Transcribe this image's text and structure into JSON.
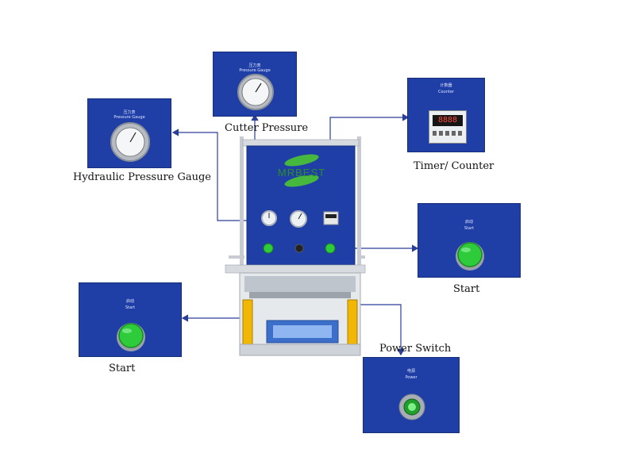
{
  "captions": {
    "cutter_pressure": "Cutter Pressure",
    "hydraulic_gauge": "Hydraulic Pressure Gauge",
    "timer_counter": "Timer/ Counter",
    "start_right": "Start",
    "start_left": "Start",
    "power_switch": "Power Switch"
  },
  "panels": {
    "cutter": {
      "cn": "压力表",
      "en": "Pressure Gauge"
    },
    "hydraulic": {
      "cn": "压力表",
      "en": "Pressure Gauge"
    },
    "timer": {
      "cn": "计数器",
      "en": "Counter",
      "display": "8888"
    },
    "start_right": {
      "cn": "启动",
      "en": "Start"
    },
    "start_left": {
      "cn": "启动",
      "en": "Start"
    },
    "power": {
      "cn": "电源",
      "en": "Power"
    }
  },
  "machine": {
    "brand": "MRBEST"
  },
  "colors": {
    "panel_blue": "#1f3fa6",
    "button_green": "#2ecc3a",
    "callout_line": "#2a3f9a",
    "safety_yellow": "#f2b705"
  }
}
